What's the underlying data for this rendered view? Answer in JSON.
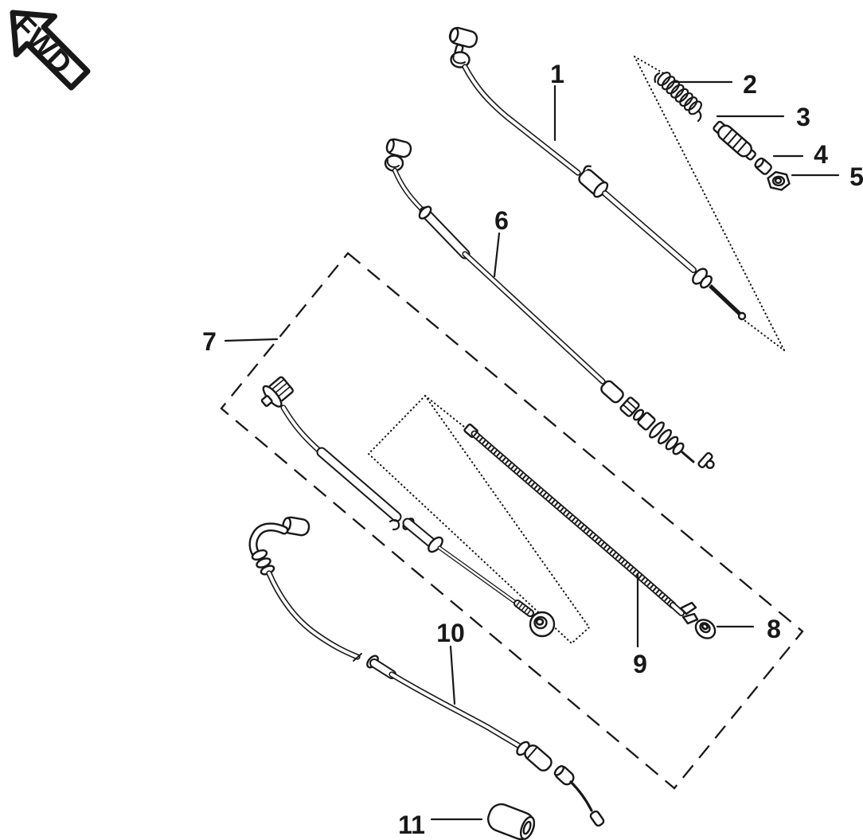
{
  "diagram": {
    "orientation_badge": "FWD",
    "background_color": "#ffffff",
    "line_color": "#181818",
    "callouts": [
      {
        "number": "1"
      },
      {
        "number": "2"
      },
      {
        "number": "3"
      },
      {
        "number": "4"
      },
      {
        "number": "5"
      },
      {
        "number": "6"
      },
      {
        "number": "7"
      },
      {
        "number": "8"
      },
      {
        "number": "9"
      },
      {
        "number": "10"
      },
      {
        "number": "11"
      }
    ]
  }
}
